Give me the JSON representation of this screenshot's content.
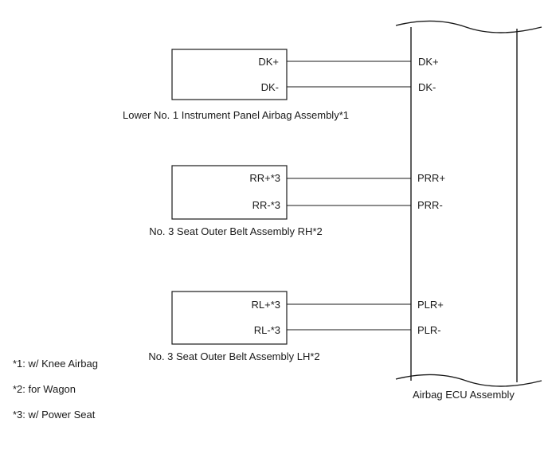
{
  "components": [
    {
      "name": "Lower No. 1 Instrument Panel Airbag Assembly*1",
      "pins": [
        "DK+",
        "DK-"
      ]
    },
    {
      "name": "No. 3 Seat Outer Belt Assembly RH*2",
      "pins": [
        "RR+*3",
        "RR-*3"
      ]
    },
    {
      "name": "No. 3 Seat Outer Belt Assembly LH*2",
      "pins": [
        "RL+*3",
        "RL-*3"
      ]
    }
  ],
  "ecu": {
    "name": "Airbag ECU Assembly",
    "pins": [
      "DK+",
      "DK-",
      "PRR+",
      "PRR-",
      "PLR+",
      "PLR-"
    ]
  },
  "notes": [
    "*1: w/ Knee Airbag",
    "*2: for Wagon",
    "*3: w/ Power Seat"
  ]
}
